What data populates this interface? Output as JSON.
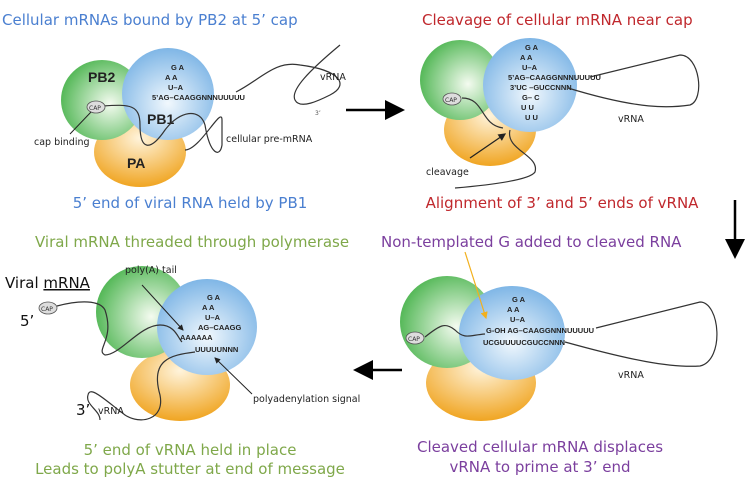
{
  "colors": {
    "blue": "#4a7fd0",
    "red": "#c0282d",
    "green": "#7fa84a",
    "purple": "#7b3f9e",
    "orange_arrow": "#f2b01e"
  },
  "panel1": {
    "title": "Cellular mRNAs bound by PB2 at 5’ cap",
    "caption": "5’ end of viral RNA held by PB1",
    "pb2": "PB2",
    "pb1": "PB1",
    "pa": "PA",
    "cap": "CAP",
    "cap_binding": "cap binding",
    "pre_mrna": "cellular pre-mRNA",
    "vrna": "vRNA",
    "three": "3’",
    "seq": [
      "G A",
      "A    A",
      "U–A",
      "5’AG–CAAGGNNNUUUUU"
    ]
  },
  "panel2": {
    "title": "Cleavage of cellular mRNA near cap",
    "caption": "Alignment of 3’ and 5’ ends of vRNA",
    "cap": "CAP",
    "cleavage": "cleavage",
    "vrna": "vRNA",
    "seq": [
      "G A",
      "A    A",
      "U–A",
      "5’AG–CAAGGNNNUUUUU",
      "3’UC –GUCCNNN",
      "G– C",
      "U     U",
      "U U"
    ]
  },
  "panel3": {
    "title": "Non-templated G added to cleaved RNA",
    "caption": [
      "Cleaved cellular mRNA displaces",
      "vRNA to prime at 3’ end"
    ],
    "cap": "CAP",
    "vrna": "vRNA",
    "seq": [
      "G A",
      "A    A",
      "U–A",
      "G-OH AG–CAAGGNNNUUUUU",
      "UCGUUUUCGUCCNNN"
    ]
  },
  "panel4": {
    "title": "Viral mRNA threaded through polymerase",
    "caption": [
      "5’ end of vRNA held in place",
      "Leads to polyA stutter at end of message"
    ],
    "viral": "Viral ",
    "mrna": "mRNA",
    "five": "5’",
    "three": "3’",
    "vrna": "vRNA",
    "cap": "CAP",
    "polya": "poly(A) tail",
    "signal": "polyadenylation signal",
    "seq": [
      "G A",
      "A    A",
      "U–A",
      "AG–CAAGG",
      "AAAAAA",
      "UUUUUNNN"
    ]
  }
}
